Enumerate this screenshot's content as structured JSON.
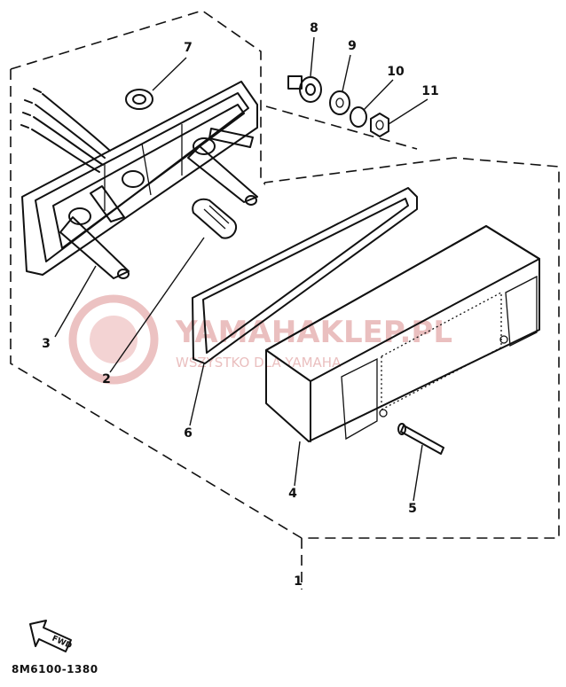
{
  "diagram": {
    "part_numbers": [
      "1",
      "2",
      "3",
      "4",
      "5",
      "6",
      "7",
      "8",
      "9",
      "10",
      "11"
    ],
    "watermark": {
      "title": "YAMAHAKLEP.PL",
      "subtitle": "WSZYSTKO DLA YAMAHA"
    },
    "arrow_label": "FWD",
    "drawing_code": "8M6100-1380"
  }
}
